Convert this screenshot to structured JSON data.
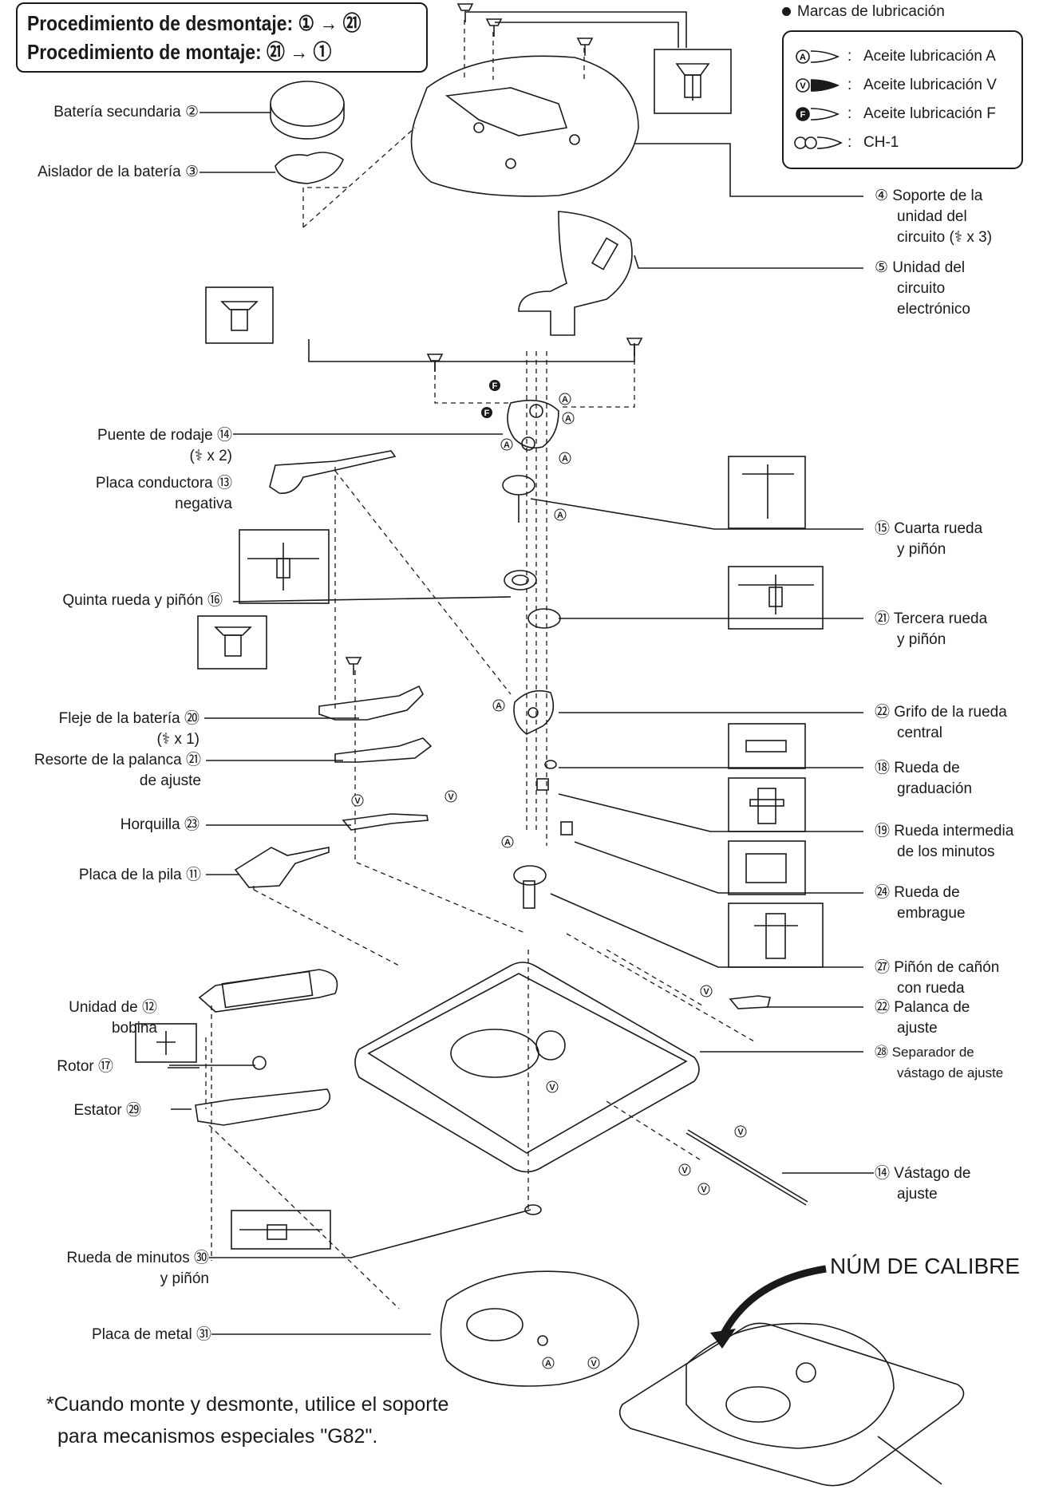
{
  "header": {
    "disassembly": "Procedimiento de desmontaje: ① → ㉑",
    "assembly": "Procedimiento de montaje: ㉑ → ①"
  },
  "legend": {
    "title": "Marcas de lubricación",
    "items": [
      {
        "mark": "A",
        "text": "Aceite lubricación A"
      },
      {
        "mark": "V",
        "text": "Aceite lubricación V"
      },
      {
        "mark": "F",
        "text": "Aceite lubricación F"
      },
      {
        "mark": "",
        "text": "CH-1"
      }
    ]
  },
  "labels": {
    "p2": "Batería secundaria ②",
    "p3": "Aislador de la batería ③",
    "p4": [
      "④ Soporte de la",
      "unidad del",
      "circuito (⚕ x 3)"
    ],
    "p5": [
      "⑤ Unidad del",
      "circuito",
      "electrónico"
    ],
    "p14a": [
      "Puente de rodaje ⑭",
      "(⚕ x 2)"
    ],
    "p13": [
      "Placa conductora ⑬",
      "negativa"
    ],
    "p15": [
      "⑮ Cuarta rueda",
      "y piñón"
    ],
    "p16": "Quinta rueda y piñón ⑯",
    "p25": [
      "㉑ Tercera rueda",
      "y piñón"
    ],
    "p26": [
      "㉒ Grifo de la rueda",
      "central"
    ],
    "p20": [
      "Fleje de la batería ⑳",
      "(⚕ x 1)"
    ],
    "p21": [
      "Resorte de la palanca ㉑",
      "de ajuste"
    ],
    "p18": [
      "⑱ Rueda de",
      "graduación"
    ],
    "p23": "Horquilla ㉓",
    "p19": [
      "⑲ Rueda intermedia",
      "de los minutos"
    ],
    "p11": "Placa de la pila ⑪",
    "p24": [
      "㉔ Rueda de",
      "embrague"
    ],
    "p27": [
      "㉗ Piñón de cañón",
      "con rueda"
    ],
    "p12": [
      "Unidad de ⑫",
      "bobina"
    ],
    "p22": [
      "㉒ Palanca de",
      "ajuste"
    ],
    "p17": "Rotor ⑰",
    "p28": [
      "㉘ Separador de",
      "vástago de ajuste"
    ],
    "p29": "Estator ㉙",
    "p14b": [
      "⑭ Vástago de",
      "ajuste"
    ],
    "p30": [
      "Rueda de minutos ㉚",
      "y piñón"
    ],
    "p31": "Placa de metal ㉛"
  },
  "calibre": "NÚM DE CALIBRE",
  "note": [
    "*Cuando monte y desmonte, utilice el soporte",
    "para mecanismos especiales \"G82\"."
  ]
}
